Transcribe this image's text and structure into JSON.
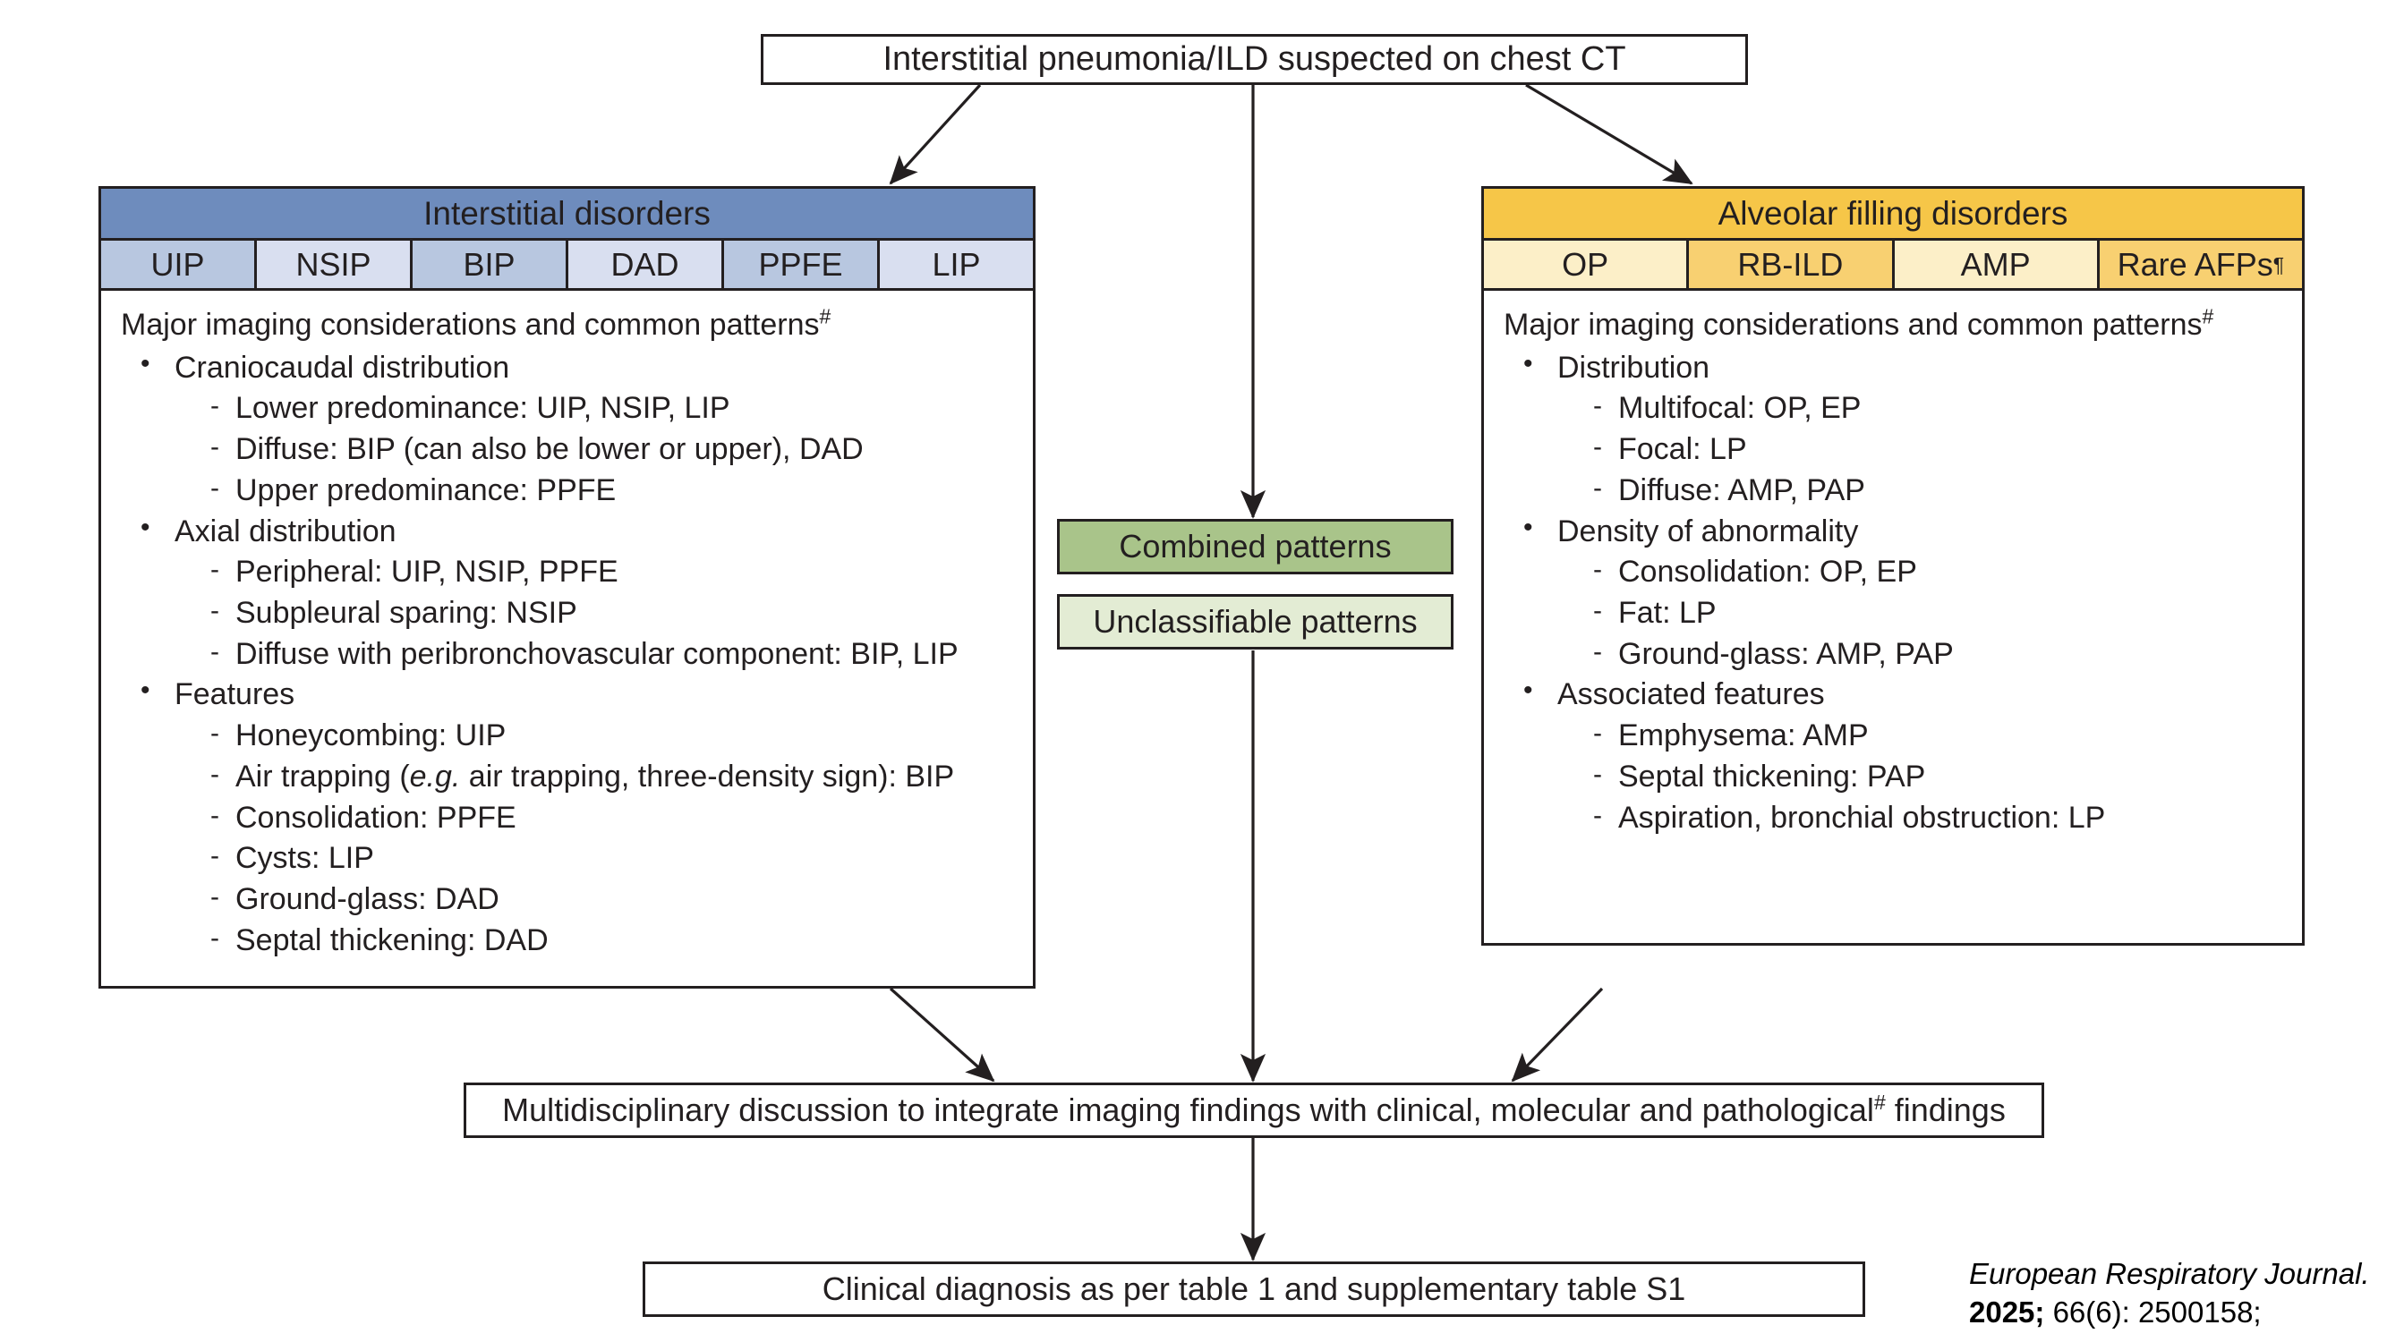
{
  "flow": {
    "top_box": {
      "label": "Interstitial pneumonia/ILD suspected on chest CT"
    },
    "middle": {
      "combined": {
        "label": "Combined patterns"
      },
      "unclassifiable": {
        "label": "Unclassifiable patterns"
      }
    },
    "mdd_box": {
      "text_before": "Multidisciplinary discussion to integrate imaging findings with clinical, molecular and pathological",
      "marker": "#",
      "text_after": " findings"
    },
    "diagnosis_box": {
      "label": "Clinical diagnosis as per table 1 and supplementary table S1"
    }
  },
  "left_panel": {
    "header": "Interstitial disorders",
    "tabs": [
      "UIP",
      "NSIP",
      "BIP",
      "DAD",
      "PPFE",
      "LIP"
    ],
    "body_title": "Major imaging considerations and common patterns",
    "body_title_marker": "#",
    "groups": [
      {
        "label": "Craniocaudal distribution",
        "items": [
          "Lower predominance: UIP,  NSIP, LIP",
          "Diffuse: BIP (can also be lower or upper), DAD",
          "Upper predominance: PPFE"
        ]
      },
      {
        "label": "Axial distribution",
        "items": [
          "Peripheral: UIP, NSIP, PPFE",
          "Subpleural sparing: NSIP",
          "Diffuse with peribronchovascular component: BIP, LIP"
        ]
      },
      {
        "label": "Features",
        "items": [
          "Honeycombing: UIP",
          "Air trapping (e.g. air trapping, three-density sign): BIP",
          "Consolidation: PPFE",
          "Cysts: LIP",
          "Ground-glass: DAD",
          "Septal thickening: DAD"
        ],
        "italic_item_index": 1,
        "italic_fragment": "e.g."
      }
    ]
  },
  "right_panel": {
    "header": "Alveolar filling disorders",
    "tabs": [
      "OP",
      "RB-ILD",
      "AMP",
      "Rare AFPs"
    ],
    "tab_marker_index": 3,
    "tab_marker": "¶",
    "body_title": "Major imaging considerations and common patterns",
    "body_title_marker": "#",
    "groups": [
      {
        "label": "Distribution",
        "items": [
          "Multifocal: OP, EP",
          "Focal: LP",
          "Diffuse: AMP, PAP"
        ]
      },
      {
        "label": "Density of abnormality",
        "items": [
          "Consolidation: OP, EP",
          "Fat: LP",
          "Ground-glass: AMP, PAP"
        ]
      },
      {
        "label": "Associated features",
        "items": [
          "Emphysema: AMP",
          "Septal thickening: PAP",
          "Aspiration, bronchial obstruction: LP"
        ]
      }
    ]
  },
  "citation": {
    "journal": "European Respiratory Journal.",
    "year": "2025;",
    "rest": " 66(6): 2500158;"
  },
  "colors": {
    "blue_header": "#6e8cbd",
    "blue_tab_a": "#b8c7e0",
    "blue_tab_b": "#d9dff0",
    "gold_header": "#f6c648",
    "gold_tab_a": "#fcefc8",
    "gold_tab_b": "#f8d071",
    "green_combined": "#a9c48a",
    "green_unclassifiable": "#e3ecd4",
    "stroke": "#231f20"
  }
}
